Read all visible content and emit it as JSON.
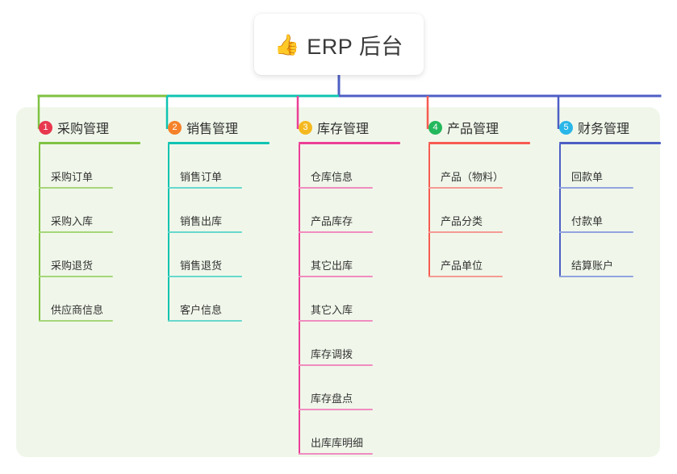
{
  "canvas": {
    "background": "#ffffff",
    "panel_color": "#f0f7ea"
  },
  "root": {
    "icon": "thumbs-up-icon",
    "icon_glyph": "👍",
    "title": "ERP 后台",
    "connector_color": "#4d5fc4"
  },
  "trunk": {
    "segments": [
      {
        "name": "segment-green",
        "color": "#7fc242"
      },
      {
        "name": "segment-teal",
        "color": "#10c4b2"
      },
      {
        "name": "segment-blue",
        "color": "#4d5fc4"
      }
    ]
  },
  "columns": [
    {
      "number": "1",
      "title": "采购管理",
      "badge_color": "#e8384f",
      "line_color": "#7fc242",
      "leaf_line_color": "#a6d67a",
      "drop_color": "#7fc242",
      "items": [
        "采购订单",
        "采购入库",
        "采购退货",
        "供应商信息"
      ]
    },
    {
      "number": "2",
      "title": "销售管理",
      "badge_color": "#f5822a",
      "line_color": "#10c4b2",
      "leaf_line_color": "#68d8cd",
      "drop_color": "#10c4b2",
      "items": [
        "销售订单",
        "销售出库",
        "销售退货",
        "客户信息"
      ]
    },
    {
      "number": "3",
      "title": "库存管理",
      "badge_color": "#f5b920",
      "line_color": "#ec3f96",
      "leaf_line_color": "#f08cc0",
      "drop_color": "#ec3f96",
      "items": [
        "仓库信息",
        "产品库存",
        "其它出库",
        "其它入库",
        "库存调拨",
        "库存盘点",
        "出库库明细"
      ]
    },
    {
      "number": "4",
      "title": "产品管理",
      "badge_color": "#23b85c",
      "line_color": "#f75b52",
      "leaf_line_color": "#f59a94",
      "drop_color": "#f75b52",
      "items": [
        "产品（物料）",
        "产品分类",
        "产品单位"
      ]
    },
    {
      "number": "5",
      "title": "财务管理",
      "badge_color": "#29b6e8",
      "line_color": "#4d5fc4",
      "leaf_line_color": "#93a3e0",
      "drop_color": "#4d5fc4",
      "items": [
        "回款单",
        "付款单",
        "结算账户"
      ]
    }
  ]
}
